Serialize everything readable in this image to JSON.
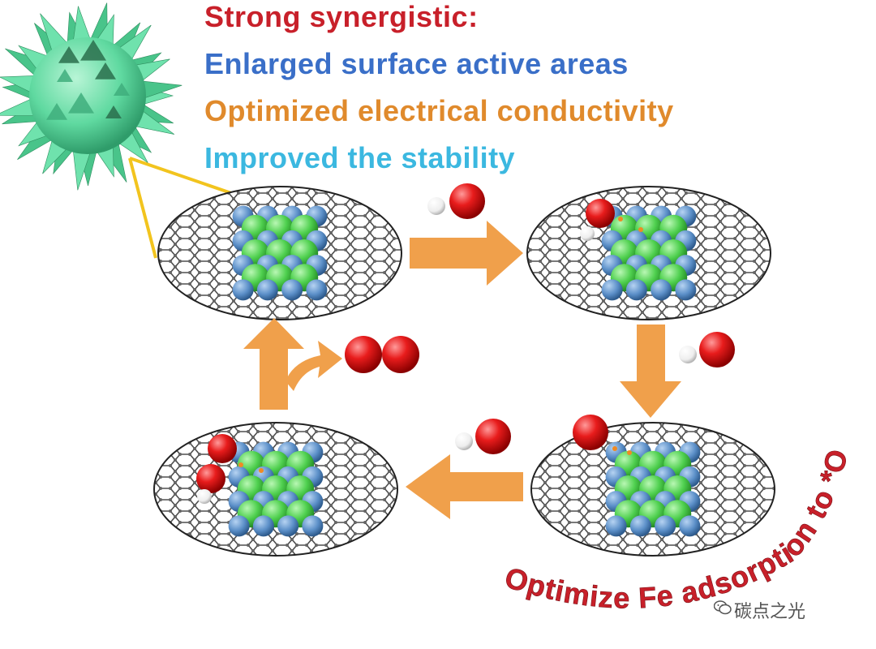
{
  "headings": {
    "title": "Strong synergistic:",
    "point1": "Enlarged surface active areas",
    "point2": "Optimized electrical conductivity",
    "point3": "Improved the stability"
  },
  "curved_label": "Optimize Fe adsorption to *O",
  "watermark": "碳点之光",
  "colors": {
    "title": "#c8202a",
    "point1": "#3a6fc8",
    "point2": "#e08a2c",
    "point3": "#3bb8e0",
    "curved_label": "#c8202a",
    "arrow": "#f0a04b",
    "sphere": "#5fd9a0",
    "oxygen": "#e01515",
    "hydrogen": "#f2f2f2",
    "chlorine": "#4fd04f",
    "metal": "#5b8fc8",
    "graphene": "#3a3a3a",
    "connector": "#f2c41e"
  }
}
